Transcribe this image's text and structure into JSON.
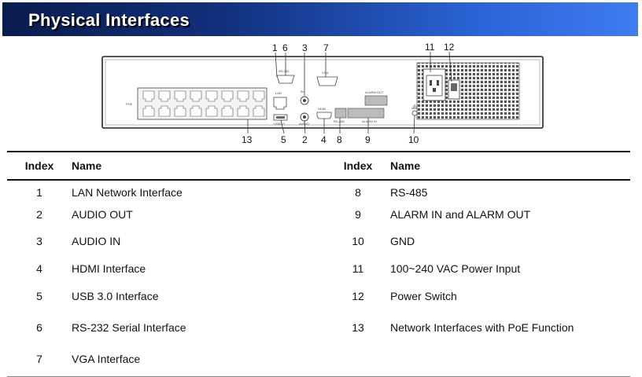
{
  "banner": {
    "title": "Physical Interfaces"
  },
  "diagram": {
    "callouts": [
      "1",
      "6",
      "3",
      "7",
      "11",
      "12",
      "13",
      "5",
      "2",
      "4",
      "8",
      "9",
      "10"
    ],
    "port_labels": {
      "poe": "POE",
      "lan": "LAN",
      "usb": "USB3.0",
      "rs232": "RS-232",
      "vga": "VGA",
      "audio_in": "IN",
      "audio_out": "AUDIO",
      "hdmi": "HDMI",
      "rs485": "RS-485",
      "alarm_in": "ALARM IN",
      "alarm_out": "ALARM OUT"
    }
  },
  "table": {
    "headers": {
      "index": "Index",
      "name": "Name"
    },
    "rows": [
      {
        "left": {
          "index": "1",
          "name": "LAN Network Interface"
        },
        "right": {
          "index": "8",
          "name": "RS-485"
        }
      },
      {
        "left": {
          "index": "2",
          "name": "AUDIO OUT"
        },
        "right": {
          "index": "9",
          "name": "ALARM IN and ALARM OUT"
        }
      },
      {
        "left": {
          "index": "3",
          "name": "AUDIO IN"
        },
        "right": {
          "index": "10",
          "name": "GND"
        }
      },
      {
        "left": {
          "index": "4",
          "name": "HDMI Interface"
        },
        "right": {
          "index": "11",
          "name": "100~240 VAC Power Input"
        }
      },
      {
        "left": {
          "index": "5",
          "name": "USB 3.0 Interface"
        },
        "right": {
          "index": "12",
          "name": "Power Switch"
        }
      },
      {
        "left": {
          "index": "6",
          "name": "RS-232 Serial Interface"
        },
        "right": {
          "index": "13",
          "name": "Network Interfaces with PoE Function"
        }
      },
      {
        "left": {
          "index": "7",
          "name": "VGA Interface"
        },
        "right": {
          "index": "",
          "name": ""
        }
      }
    ]
  }
}
